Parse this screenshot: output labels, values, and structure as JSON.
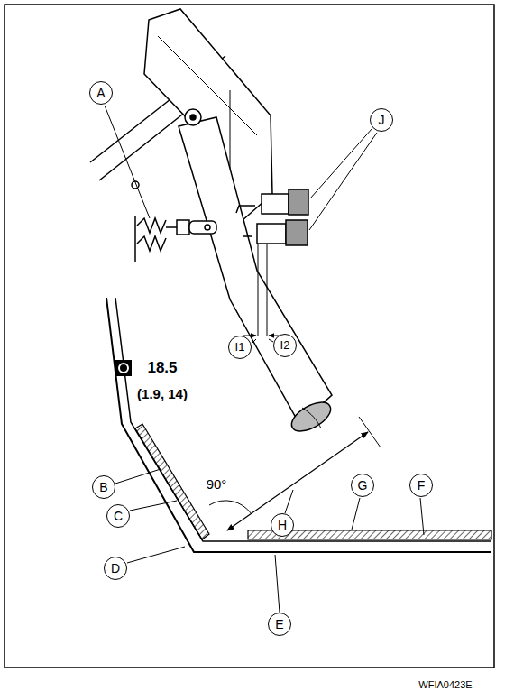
{
  "diagram": {
    "labels": [
      "A",
      "J",
      "I1",
      "I2",
      "18.5",
      "(1.9, 14)",
      "B",
      "C",
      "90°",
      "G",
      "F",
      "H",
      "D",
      "E",
      "WFIA0423E"
    ]
  }
}
